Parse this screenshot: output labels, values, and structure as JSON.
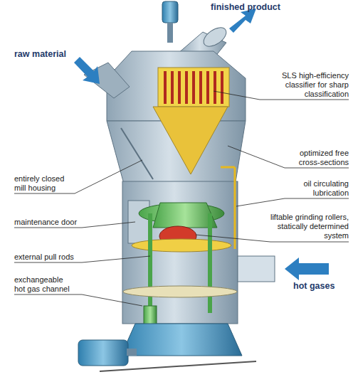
{
  "diagram": {
    "labels": [
      "finished product",
      "raw material",
      "SLS high-efficiency classifier for sharp classification",
      "optimized free cross-sections",
      "entirely closed mill housing",
      "oil circulating lubrication",
      "maintenance door",
      "liftable grinding rollers, statically determined system",
      "external pull rods",
      "hot gases",
      "exchangeable hot gas channel"
    ]
  }
}
